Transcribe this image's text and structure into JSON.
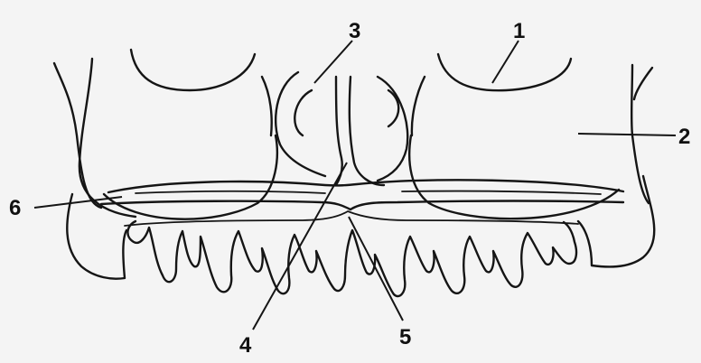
{
  "labels": {
    "l1": "1",
    "l2": "2",
    "l3": "3",
    "l4": "4",
    "l5": "5",
    "l6": "6"
  },
  "colors": {
    "background": "#f4f4f4",
    "ink": "#151515"
  }
}
